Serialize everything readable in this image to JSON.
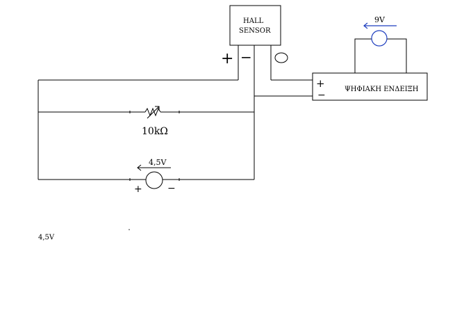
{
  "hall_sensor": {
    "line1": "HALL",
    "line2": "SENSOR"
  },
  "display": {
    "label": "ΨΗΦΙΑΚΗ ΕΝΔΕΙΞΗ",
    "plus": "+",
    "minus": "−"
  },
  "battery_9v": {
    "label": "9V"
  },
  "sensor_terminals": {
    "plus": "+",
    "minus": "−"
  },
  "potentiometer": {
    "label": "10kΩ"
  },
  "battery_45v": {
    "label": "4,5V",
    "plus": "+",
    "minus": "−"
  },
  "footnote": "4,5V",
  "colors": {
    "wire": "#000000",
    "source_outline": "#1f3fbf"
  }
}
